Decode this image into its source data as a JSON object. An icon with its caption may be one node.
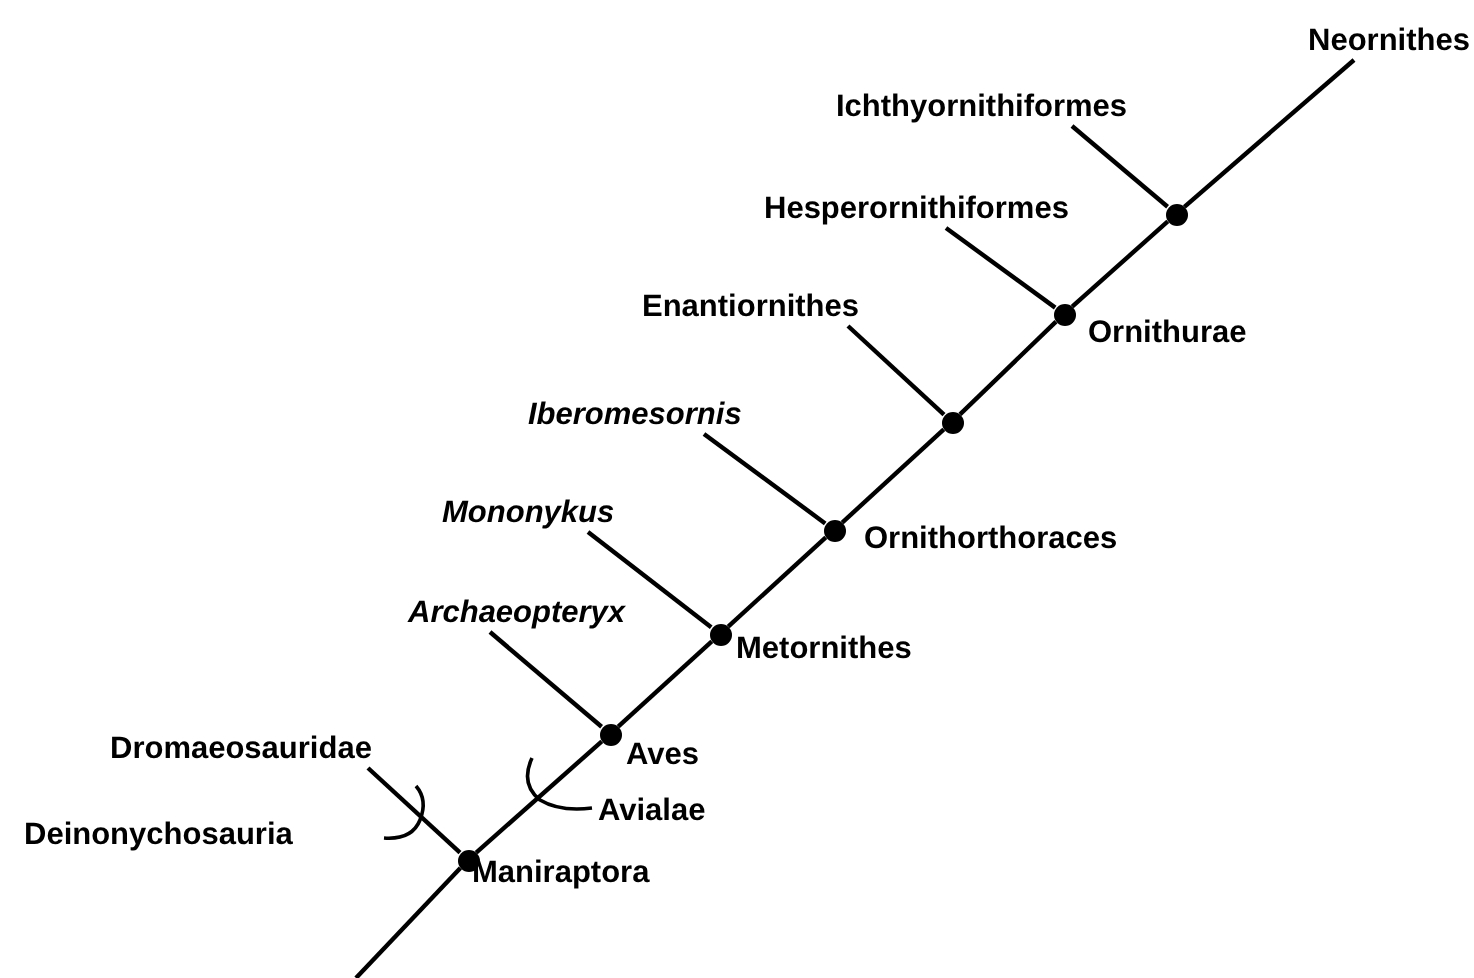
{
  "diagram": {
    "nodes": [
      {
        "text": [
          "Neornithes"
        ]
      },
      {
        "text": [
          "Ichthyornithiformes"
        ]
      },
      {
        "text": [],
        "shape": "circle"
      },
      {
        "text": [
          "Hesperornithiformes"
        ]
      },
      {
        "text": [],
        "shape": "circle",
        "beside": [
          "Ornithurae"
        ]
      },
      {
        "text": [
          "Enantiornithes"
        ]
      },
      {
        "text": [],
        "shape": "circle"
      },
      {
        "text": [
          "Iberomesornis"
        ]
      },
      {
        "text": [],
        "shape": "circle",
        "beside": [
          "Ornithorthoraces"
        ]
      },
      {
        "text": [
          "Mononykus"
        ]
      },
      {
        "text": [],
        "shape": "circle",
        "beside": [
          "Metornithes"
        ]
      },
      {
        "text": [
          "Archaeopteryx"
        ]
      },
      {
        "text": [],
        "shape": "circle",
        "beside": [
          "Aves"
        ]
      },
      {
        "text": [
          "Dromaeosauridae"
        ]
      },
      {
        "text": [],
        "shape": "circle",
        "beside": [
          "Maniraptora"
        ]
      }
    ],
    "edges": [
      {
        "from": null,
        "to": 14,
        "arrow": "none"
      },
      {
        "from": 14,
        "to": 13,
        "arrow": "none"
      },
      {
        "from": 14,
        "to": 12,
        "arrow": "none"
      },
      {
        "from": 12,
        "to": 11,
        "arrow": "none"
      },
      {
        "from": 12,
        "to": 10,
        "arrow": "none"
      },
      {
        "from": 10,
        "to": 9,
        "arrow": "none"
      },
      {
        "from": 10,
        "to": 8,
        "arrow": "none"
      },
      {
        "from": 8,
        "to": 7,
        "arrow": "none"
      },
      {
        "from": 8,
        "to": 6,
        "arrow": "none"
      },
      {
        "from": 6,
        "to": 5,
        "arrow": "none"
      },
      {
        "from": 6,
        "to": 4,
        "arrow": "none"
      },
      {
        "from": 4,
        "to": 3,
        "arrow": "none"
      },
      {
        "from": 4,
        "to": 2,
        "arrow": "none"
      },
      {
        "from": 2,
        "to": 1,
        "arrow": "none"
      },
      {
        "from": 2,
        "to": 0,
        "arrow": "none"
      }
    ],
    "labels": [
      "Avialae",
      "Deinonychosauria"
    ]
  }
}
